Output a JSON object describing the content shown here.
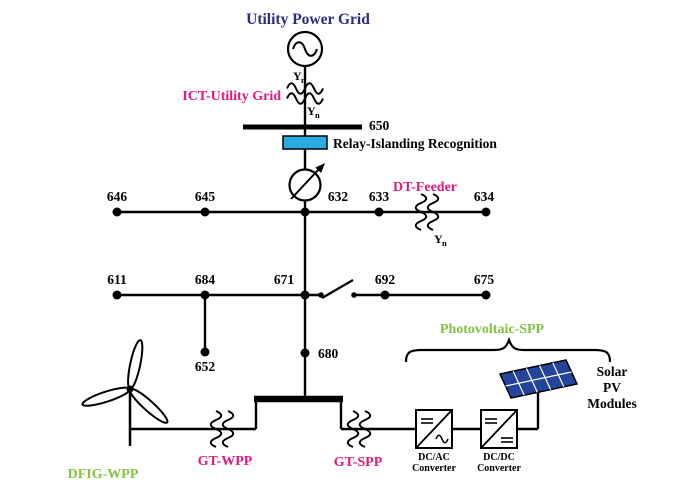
{
  "colors": {
    "title": "#2e2b85",
    "accent_magenta": "#e5177b",
    "accent_green": "#82c341",
    "relay_fill": "#29abe2",
    "panel_fill": "#24439b"
  },
  "labels": {
    "utility_power_grid": "Utility Power Grid",
    "ict_utility_grid": "ICT-Utility Grid",
    "relay": "Relay-Islanding Recognition",
    "dt_feeder": "DT-Feeder",
    "photovoltaic_spp": "Photovoltaic-SPP",
    "dfig_wpp": "DFIG-WPP",
    "gt_wpp": "GT-WPP",
    "gt_spp": "GT-SPP",
    "solar_pv": [
      "Solar",
      "PV",
      "Modules"
    ],
    "winding": {
      "main": "Y",
      "sub": "n"
    }
  },
  "buses": {
    "b650": "650",
    "b646": "646",
    "b645": "645",
    "b632": "632",
    "b633": "633",
    "b634": "634",
    "b611": "611",
    "b684": "684",
    "b671": "671",
    "b692": "692",
    "b675": "675",
    "b652": "652",
    "b680": "680"
  },
  "converters": {
    "dc_ac": [
      "DC/AC",
      "Converter"
    ],
    "dc_dc": [
      "DC/DC",
      "Converter"
    ]
  }
}
